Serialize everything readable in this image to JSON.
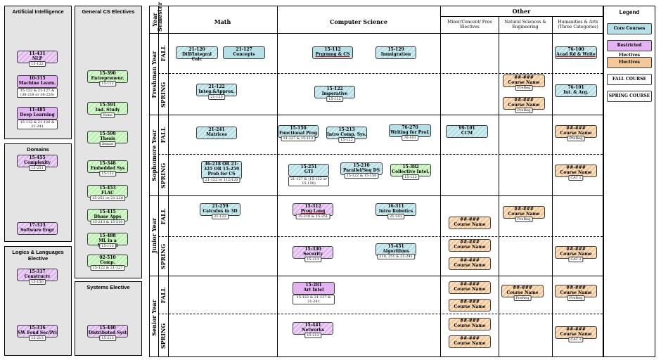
{
  "panels": {
    "ai": {
      "title": "Artificial Intelligence"
    },
    "gen": {
      "title": "General CS Electives"
    },
    "domains": {
      "title": "Domains"
    },
    "logics": {
      "title": "Logics & Languages Elective"
    },
    "systems": {
      "title": "Systems Elective"
    }
  },
  "side_courses": [
    {
      "code": "11-411",
      "name": "NLP",
      "pre": "15-122"
    },
    {
      "code": "10-315",
      "name": "Machine Learn.",
      "pre": "15-122 & 21-127 & (36-218 or 36-226)"
    },
    {
      "code": "11-485",
      "name": "Deep Learning",
      "pre": "15-112 & 21-120 & 21-241"
    },
    {
      "code": "15-455",
      "name": "Complexity",
      "pre": "15-251"
    },
    {
      "code": "17-313",
      "name": "Software Engr",
      "pre": ""
    },
    {
      "code": "15-317",
      "name": "Constructv Logic",
      "pre": "15-150"
    },
    {
      "code": "15-316",
      "name": "SW Foud Sec/Pri",
      "pre": "15-213"
    },
    {
      "code": "15-390",
      "name": "Entrepreneur.",
      "pre": "15-112"
    },
    {
      "code": "15-591",
      "name": "Ind. Study",
      "pre": "None"
    },
    {
      "code": "15-599",
      "name": "Thesis",
      "pre": "Senior"
    },
    {
      "code": "15-348",
      "name": "Embedded Sys",
      "pre": "15-122"
    },
    {
      "code": "15-453",
      "name": "FLAC",
      "pre": "15-251 or 21-228"
    },
    {
      "code": "15-415",
      "name": "Dbase Apps",
      "pre": "15-213 & 15-210"
    },
    {
      "code": "15-488",
      "name": "ML in a Nutshell",
      "pre": "15-112"
    },
    {
      "code": "02-510",
      "name": "Comp. Genomics",
      "pre": "15-122 & 21-127"
    },
    {
      "code": "15-440",
      "name": "Distributed Syst",
      "pre": "15-213"
    }
  ],
  "header": {
    "year": "Year",
    "semester": "Semester",
    "math": "Math",
    "cs": "Computer Science",
    "other": "Other",
    "minor": "Minor/Concent/ Free Electives",
    "natsci": "Natural Sciences & Engineering",
    "hum": "Humanities & Arts (Three Categories)"
  },
  "years": [
    "Freshman Year",
    "Sophomore Year",
    "Junior Year",
    "Senior Year"
  ],
  "semesters": [
    "FALL",
    "SPRING",
    "FALL",
    "SPRING",
    "FALL",
    "SPRING",
    "FALL",
    "SPRING"
  ],
  "grid_courses": [
    {
      "code": "21-120",
      "name": "Diff/Integral Calc",
      "pre": ""
    },
    {
      "code": "21-127",
      "name": "Concepts",
      "pre": ""
    },
    {
      "code": "15-112",
      "name": "Prgrmng & CS",
      "pre": ""
    },
    {
      "code": "15-129",
      "name": "Immigration",
      "pre": ""
    },
    {
      "code": "76-100",
      "name": "Acad Rd & Write",
      "pre": ""
    },
    {
      "code": "21-122",
      "name": "Integ.&Approx.",
      "pre": "21-120"
    },
    {
      "code": "15-122",
      "name": "Imperative Comp",
      "pre": "15-112"
    },
    {
      "code": "##-###",
      "name": "Course Name",
      "pre": "PreReq"
    },
    {
      "code": "##-###",
      "name": "Course Name",
      "pre": "PreReq"
    },
    {
      "code": "76-101",
      "name": "Int. & Arg.",
      "pre": ""
    },
    {
      "code": "21-241",
      "name": "Matrices",
      "pre": ""
    },
    {
      "code": "15-150",
      "name": "Functional Prog",
      "pre": "21-127 & 15-112"
    },
    {
      "code": "15-213",
      "name": "Intro Comp. Sys.",
      "pre": "15-122"
    },
    {
      "code": "76-270",
      "name": "Writing for Prof.",
      "pre": "76-101"
    },
    {
      "code": "99-101",
      "name": "CCM",
      "pre": ""
    },
    {
      "code": "##-###",
      "name": "Course Name",
      "pre": "PreReq"
    },
    {
      "code": "36-218 OR 21-325 OR 15-259",
      "name": "Prob for CS",
      "pre": "21-122 or 112/120"
    },
    {
      "code": "15-251",
      "name": "GTI",
      "pre": "21-127 & (15-122 or 15-150)"
    },
    {
      "code": "15-210",
      "name": "Parallel/Seq DS",
      "pre": "15-122 & 15-150"
    },
    {
      "code": "15-382",
      "name": "Collective Intel.",
      "pre": "15-122"
    },
    {
      "code": "##-###",
      "name": "Course Name",
      "pre": "CAT 1"
    },
    {
      "code": "21-259",
      "name": "Calculus in 3D",
      "pre": "21-122"
    },
    {
      "code": "15-312",
      "name": "Prog Lang",
      "pre": "15-210 & 15-251"
    },
    {
      "code": "16-311",
      "name": "Intro Robotics",
      "pre": "21-241"
    },
    {
      "code": "##-###",
      "name": "Course Name",
      "pre": ""
    },
    {
      "code": "##-###",
      "name": "Course Name",
      "pre": "PreReq"
    },
    {
      "code": "15-330",
      "name": "Security",
      "pre": "15-213"
    },
    {
      "code": "15-451",
      "name": "Algorithms",
      "pre": "210, 251 & 21-241"
    },
    {
      "code": "##-###",
      "name": "Course Name",
      "pre": ""
    },
    {
      "code": "##-###",
      "name": "Course Name",
      "pre": ""
    },
    {
      "code": "##-###",
      "name": "Course Name",
      "pre": "CAT 2"
    },
    {
      "code": "15-281",
      "name": "Art Intel",
      "pre": "15-122 & 21-127 & 21-241"
    },
    {
      "code": "##-###",
      "name": "Course Name",
      "pre": ""
    },
    {
      "code": "##-###",
      "name": "Course Name",
      "pre": ""
    },
    {
      "code": "##-###",
      "name": "Course Name",
      "pre": "PreReq"
    },
    {
      "code": "##-###",
      "name": "Course Name",
      "pre": "PreReq"
    },
    {
      "code": "15-441",
      "name": "Networks",
      "pre": "15-213"
    },
    {
      "code": "##-###",
      "name": "Course Name",
      "pre": ""
    },
    {
      "code": "##-###",
      "name": "Course Name",
      "pre": ""
    },
    {
      "code": "##-###",
      "name": "Course Name",
      "pre": "CAT 3"
    }
  ],
  "legend": {
    "title": "Legend",
    "items": [
      "Core Courses",
      "Restricted Electives",
      "Electives",
      "FALL COURSE",
      "SPRING COURSE"
    ]
  },
  "colors": {
    "core": "#b6e0e8",
    "restricted": "#e4b4f2",
    "elective": "#f4c99a",
    "general": "#bff0b4"
  }
}
